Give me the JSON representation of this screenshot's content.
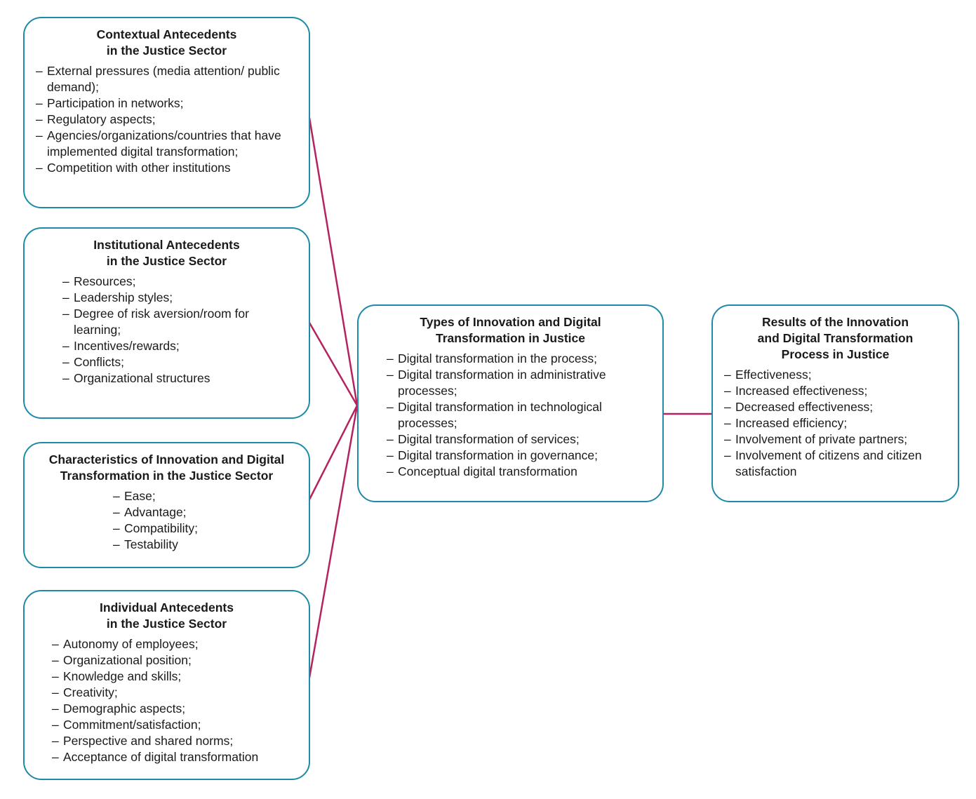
{
  "colors": {
    "box_border": "#1e8aa6",
    "connector": "#b5235f"
  },
  "contextual": {
    "title_line1": "Contextual Antecedents",
    "title_line2": "in the Justice Sector",
    "items": [
      "External pressures (media attention/ public demand);",
      "Participation in networks;",
      "Regulatory aspects;",
      "Agencies/organizations/countries that have implemented digital transformation;",
      "Competition with other institutions"
    ]
  },
  "institutional": {
    "title_line1": "Institutional Antecedents",
    "title_line2": "in the Justice Sector",
    "items": [
      "Resources;",
      "Leadership styles;",
      "Degree of risk aversion/room for learning;",
      "Incentives/rewards;",
      "Conflicts;",
      "Organizational structures"
    ]
  },
  "characteristics": {
    "title_line1": "Characteristics of Innovation and Digital",
    "title_line2": "Transformation in the Justice Sector",
    "items": [
      "Ease;",
      "Advantage;",
      "Compatibility;",
      "Testability"
    ]
  },
  "individual": {
    "title_line1": "Individual Antecedents",
    "title_line2": "in the Justice Sector",
    "items": [
      "Autonomy of employees;",
      "Organizational position;",
      "Knowledge and skills;",
      "Creativity;",
      "Demographic aspects;",
      "Commitment/satisfaction;",
      "Perspective and shared norms;",
      "Acceptance of digital transformation"
    ]
  },
  "types": {
    "title_line1": "Types of Innovation and Digital",
    "title_line2": "Transformation in Justice",
    "items": [
      "Digital transformation in the process;",
      "Digital transformation in administrative processes;",
      "Digital transformation in technological processes;",
      "Digital transformation of services;",
      "Digital transformation in governance;",
      "Conceptual digital transformation"
    ]
  },
  "results": {
    "title_line1": "Results of the Innovation",
    "title_line2": "and Digital Transformation",
    "title_line3": "Process in Justice",
    "items": [
      "Effectiveness;",
      "Increased effectiveness;",
      "Decreased effectiveness;",
      "Increased efficiency;",
      "Involvement of private partners;",
      "Involvement of citizens and citizen satisfaction"
    ]
  }
}
